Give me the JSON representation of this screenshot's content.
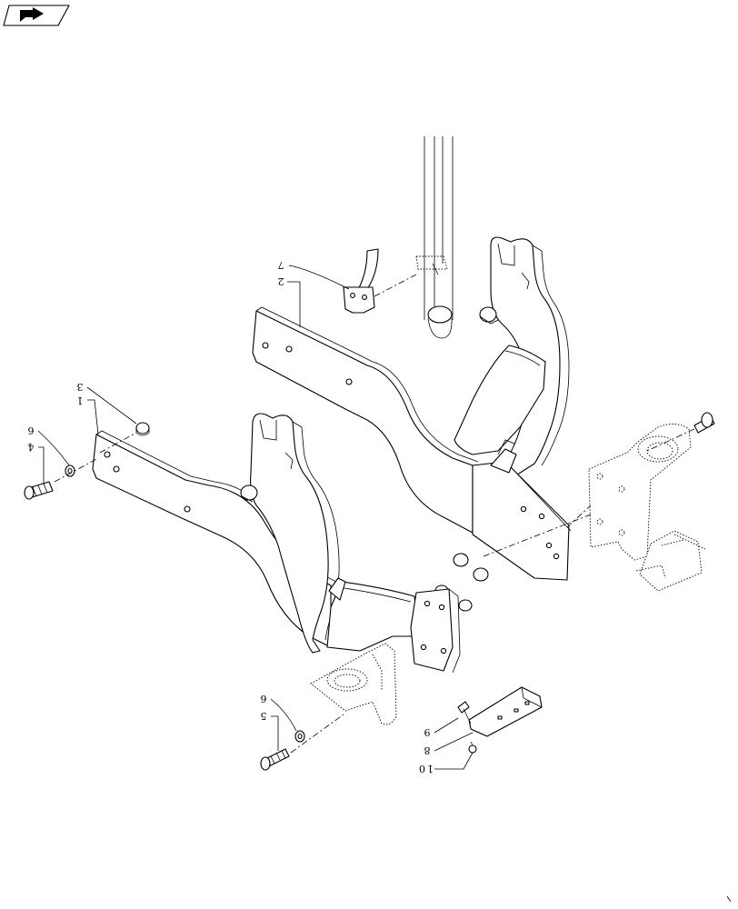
{
  "diagram": {
    "callouts": [
      {
        "id": "c7",
        "text": "7"
      },
      {
        "id": "c2",
        "text": "2"
      },
      {
        "id": "c3",
        "text": "3"
      },
      {
        "id": "c1",
        "text": "1"
      },
      {
        "id": "c6a",
        "text": "6"
      },
      {
        "id": "c4",
        "text": "4"
      },
      {
        "id": "c6b",
        "text": "6"
      },
      {
        "id": "c5",
        "text": "5"
      },
      {
        "id": "c9",
        "text": "9"
      },
      {
        "id": "c8",
        "text": "8"
      },
      {
        "id": "c10",
        "text": "10"
      }
    ],
    "colors": {
      "ink": "#000000",
      "paper": "#ffffff"
    },
    "icons": {
      "corner": "nav-arrow-icon"
    }
  }
}
